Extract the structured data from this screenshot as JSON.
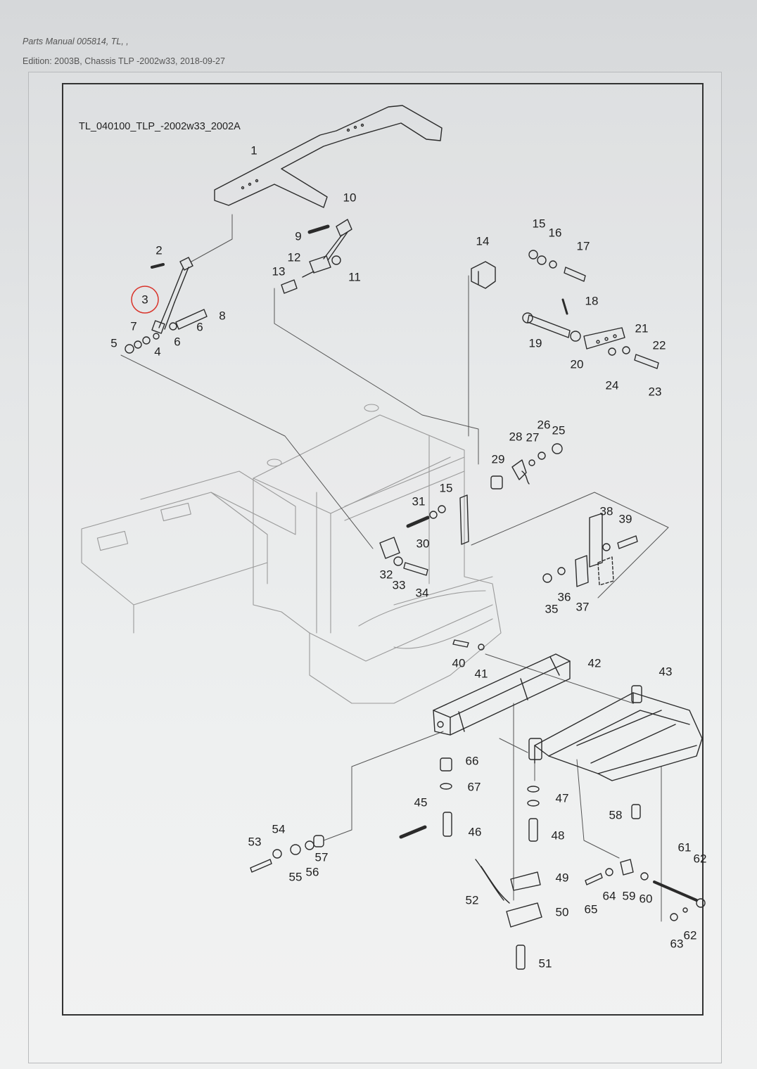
{
  "header": {
    "line1": "Parts Manual 005814, TL, ,",
    "line2": "Edition: 2003B, Chassis TLP -2002w33, 2018-09-27"
  },
  "diagram": {
    "id": "TL_040100_TLP_-2002w33_2002A",
    "highlight_color": "#d9342b",
    "line_color": "#2b2b2b",
    "ghost_color": "#9a9a9a"
  },
  "labels": [
    "1",
    "2",
    "3",
    "4",
    "5",
    "6",
    "6",
    "7",
    "8",
    "9",
    "10",
    "11",
    "12",
    "13",
    "14",
    "15",
    "15",
    "16",
    "17",
    "18",
    "19",
    "20",
    "21",
    "22",
    "23",
    "24",
    "25",
    "26",
    "27",
    "28",
    "29",
    "30",
    "31",
    "32",
    "33",
    "34",
    "35",
    "36",
    "37",
    "38",
    "39",
    "40",
    "41",
    "42",
    "43",
    "45",
    "46",
    "47",
    "48",
    "49",
    "50",
    "51",
    "52",
    "53",
    "54",
    "55",
    "56",
    "57",
    "58",
    "59",
    "60",
    "61",
    "62",
    "62",
    "63",
    "64",
    "65",
    "66",
    "67"
  ]
}
